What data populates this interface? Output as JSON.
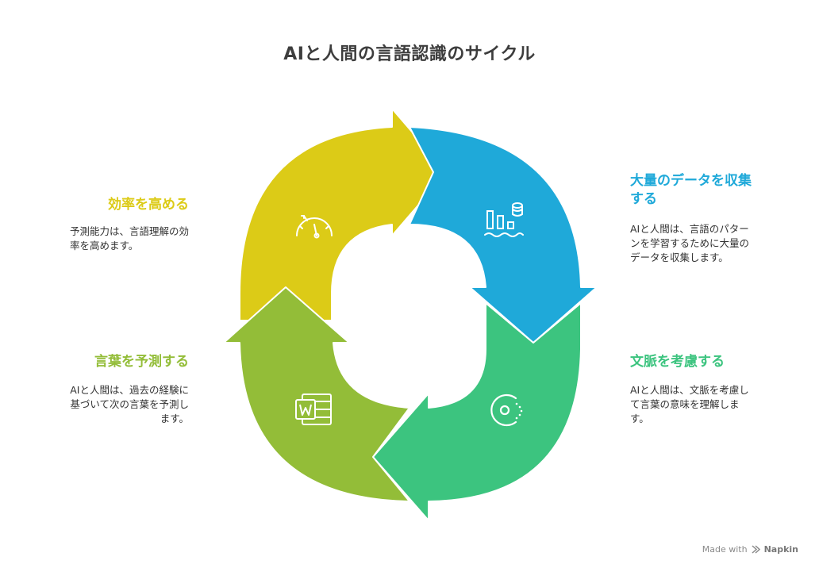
{
  "title": "AIと人間の言語認識のサイクル",
  "colors": {
    "collect": "#1FA9D9",
    "context": "#3CC47F",
    "predict": "#93BD38",
    "efficiency": "#DCCB17"
  },
  "steps": [
    {
      "key": "collect",
      "title_lines": [
        "大量のデータを収集",
        "する"
      ],
      "desc_lines": [
        "AIと人間は、言語のパター",
        "ンを学習するために大量の",
        "データを収集します。"
      ],
      "icon": "database-chart-icon"
    },
    {
      "key": "context",
      "title_lines": [
        "文脈を考慮する"
      ],
      "desc_lines": [
        "AIと人間は、文脈を考慮し",
        "て言葉の意味を理解しま",
        "す。"
      ],
      "icon": "context-circle-icon"
    },
    {
      "key": "predict",
      "title_lines": [
        "言葉を予測する"
      ],
      "desc_lines": [
        "AIと人間は、過去の経験に",
        "基づいて次の言葉を予測し",
        "ます。"
      ],
      "icon": "word-document-icon"
    },
    {
      "key": "efficiency",
      "title_lines": [
        "効率を高める"
      ],
      "desc_lines": [
        "予測能力は、言語理解の効",
        "率を高めます。"
      ],
      "icon": "speedometer-icon"
    }
  ],
  "footer": {
    "made_with": "Made with",
    "brand": "Napkin"
  }
}
